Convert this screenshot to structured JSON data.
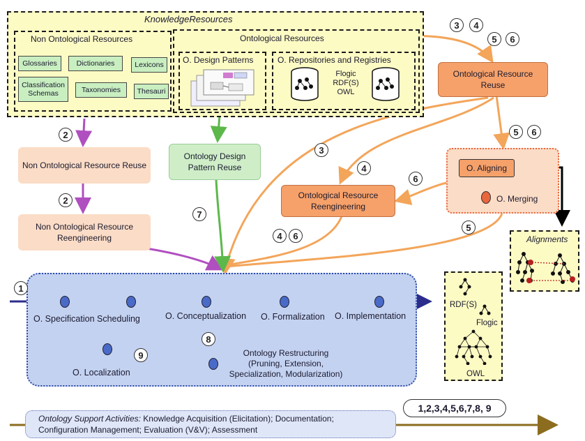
{
  "knowledge_resources": {
    "title": "KnowledgeResources",
    "non_ontological": {
      "title": "Non Ontological Resources",
      "items": [
        "Glossaries",
        "Dictionaries",
        "Lexicons",
        "Classification Schemas",
        "Taxonomies",
        "Thesauri"
      ]
    },
    "ontological": {
      "title": "Ontological Resources",
      "design_patterns": "O. Design Patterns",
      "repositories": {
        "title": "O. Repositories and Registries",
        "languages": [
          "Flogic",
          "RDF(S)",
          "OWL"
        ]
      }
    }
  },
  "processes": {
    "non_ont_reuse": "Non Ontological Resource Reuse",
    "non_ont_reeng": "Non Ontological Resource Reengineering",
    "odp_reuse": "Ontology Design Pattern Reuse",
    "ont_reuse": "Ontological Resource Reuse",
    "ont_reeng": "Ontological Resource Reengineering",
    "aligning": "O. Aligning",
    "merging": "O. Merging"
  },
  "alignments": {
    "title": "Alignments"
  },
  "outputs": {
    "labels": [
      "RDF(S)",
      "Flogic",
      "OWL"
    ]
  },
  "main_flow": {
    "activities": [
      "O. Specification Scheduling",
      "O. Conceptualization",
      "O. Formalization",
      "O. Implementation"
    ],
    "localization": "O. Localization",
    "restructuring": {
      "title": "Ontology Restructuring",
      "line1": "(Pruning, Extension,",
      "line2": "Specialization, Modularization)"
    }
  },
  "scenario_numbers": {
    "s1": "1",
    "s2a": "2",
    "s2b": "2",
    "s3a": "3",
    "s3b": "3",
    "s4a": "4",
    "s4b": "4",
    "s4c": "4",
    "s5a": "5",
    "s5b": "5",
    "s5c": "5",
    "s6a": "6",
    "s6b": "6",
    "s6c": "6",
    "s6d": "6",
    "s7": "7",
    "s8": "8",
    "s9": "9"
  },
  "support": {
    "label": "Ontology Support Activities:",
    "line1_rest": " Knowledge Acquisition (Elicitation); Documentation;",
    "line2": "Configuration Management; Evaluation (V&V); Assessment",
    "all_scenarios": "1,2,3,4,5,6,7,8, 9"
  },
  "colors": {
    "yellow": "#fdfbc4",
    "peach": "#fbdcc6",
    "orange": "#f6a16a",
    "green_box": "#cfeec8",
    "blue_area": "#c4d2f1",
    "purple": "#b04fbf",
    "green": "#5cb84a",
    "orange_arrow": "#f3a55a",
    "navy": "#2c2c8c",
    "olive": "#8c6d1f"
  }
}
